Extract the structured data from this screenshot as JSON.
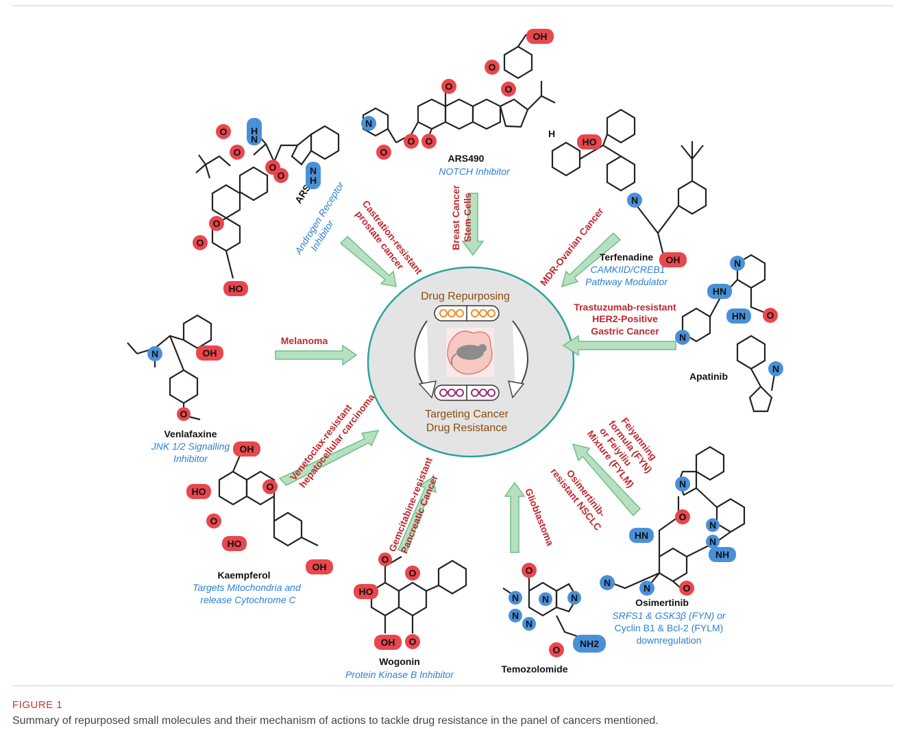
{
  "center": {
    "title": "Drug Repurposing",
    "subtitle_line1": "Targeting Cancer",
    "subtitle_line2": "Drug Resistance"
  },
  "drugs": [
    {
      "id": "ars490",
      "name": "ARS490",
      "mech": [
        "NOTCH Inhibitor"
      ]
    },
    {
      "id": "ars600",
      "name": "ARS600",
      "mech": [
        "Androgen Receptor",
        "Inhibitor"
      ]
    },
    {
      "id": "terfenadine",
      "name": "Terfenadine",
      "mech": [
        "CAMKIID/CREB1",
        "Pathway Modulator"
      ]
    },
    {
      "id": "apatinib",
      "name": "Apatinib",
      "mech": []
    },
    {
      "id": "venlafaxine",
      "name": "Venlafaxine",
      "mech": [
        "JNK 1/2 Signalling",
        "Inhibitor"
      ]
    },
    {
      "id": "kaempferol",
      "name": "Kaempferol",
      "mech": [
        "Targets Mitochondria and",
        "release Cytochrome C"
      ]
    },
    {
      "id": "wogonin",
      "name": "Wogonin",
      "mech": [
        "Protein Kinase B Inhibitor"
      ]
    },
    {
      "id": "temozolomide",
      "name": "Temozolomide",
      "mech": []
    },
    {
      "id": "osimertinib",
      "name": "Osimertinib",
      "mech": [
        "SRFS1 & GSK3β (FYN) or",
        "Cyclin B1 & Bcl-2 (FYLM)",
        "downregulation"
      ]
    }
  ],
  "cancers": {
    "breast": [
      "Breast Cancer",
      "Stem Cells"
    ],
    "prostate": [
      "Castration-resistant",
      "prostate cancer"
    ],
    "ovarian": [
      "MDR-Ovarian Cancer"
    ],
    "gastric": [
      "Trastuzumab-resistant",
      "HER2-Positive",
      "Gastric Cancer"
    ],
    "melanoma": [
      "Melanoma"
    ],
    "hcc": [
      "Venetoclax-resistant",
      "hepatocellular carcinoma"
    ],
    "pancreatic": [
      "Gemcitabine-resistant",
      "Pancreatic Cancer"
    ],
    "glioblastoma": [
      "Glioblastoma"
    ],
    "fyn": [
      "Feiyanning",
      "formula (FYN)",
      "or Feiyiliu",
      "Mixture (FYLM)"
    ],
    "nsclc": [
      "Osimertinib-",
      "resistant NSCLC"
    ]
  },
  "atoms": {
    "oh": "OH",
    "ho": "HO",
    "o": "O",
    "n": "N",
    "hn": "HN",
    "nh": "NH",
    "h": "H",
    "nh2": "NH2"
  },
  "caption": {
    "label": "FIGURE 1",
    "text": "Summary of repurposed small molecules and their mechanism of actions to tackle drug resistance in the panel of cancers mentioned."
  },
  "colors": {
    "oxygen_highlight": "#e8474d",
    "nitrogen_highlight": "#4a90d9",
    "cancer_text": "#c0272d",
    "mechanism_text": "#2a7fd4",
    "arrow_fill": "#b7e0c2",
    "arrow_stroke": "#6bbf82",
    "center_fill": "#e4e4e4",
    "center_stroke": "#2aa39a"
  }
}
